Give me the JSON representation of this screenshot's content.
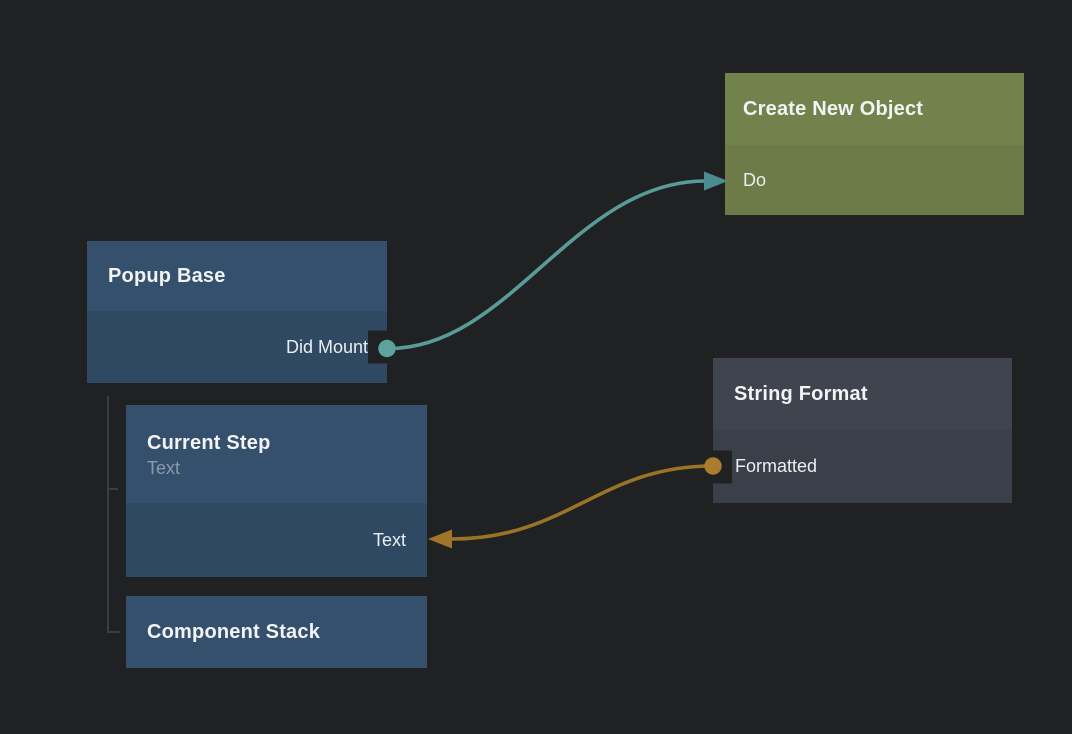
{
  "app": {
    "view": "node-graph-editor"
  },
  "colors": {
    "background": "#202122",
    "blue_header": "#34506c",
    "blue_body": "#2f4963",
    "green_header": "#72824d",
    "green_body": "#6c7b47",
    "gray_header": "#3f444f",
    "gray_body": "#3a3f4a",
    "tree_line": "#3d3d3f",
    "teal_wire": "#599b97",
    "teal_dot": "#5ea29d",
    "teal_arrow": "#4c8b91",
    "orange_wire": "#9b7327",
    "orange_dot": "#a97c2e",
    "orange_arrow": "#a0752a",
    "title_text": "#f2f3f4",
    "label_text": "#eceeef"
  },
  "icons": {
    "output_port": "filled-circle",
    "input_port": "arrowhead"
  },
  "nodes": {
    "create_new_object": {
      "title": "Create New Object",
      "ports": {
        "do": {
          "label": "Do",
          "direction": "input"
        }
      }
    },
    "popup_base": {
      "title": "Popup Base",
      "ports": {
        "did_mount": {
          "label": "Did Mount",
          "direction": "output"
        }
      }
    },
    "string_format": {
      "title": "String Format",
      "ports": {
        "formatted": {
          "label": "Formatted",
          "direction": "output"
        }
      }
    },
    "current_step": {
      "title": "Current Step",
      "subtitle": "Text",
      "ports": {
        "text": {
          "label": "Text",
          "direction": "input"
        }
      }
    },
    "component_stack": {
      "title": "Component Stack"
    }
  },
  "connections": [
    {
      "from": "Popup Base / Did Mount",
      "to": "Create New Object / Do",
      "color": "teal"
    },
    {
      "from": "String Format / Formatted",
      "to": "Current Step / Text",
      "color": "orange"
    }
  ]
}
